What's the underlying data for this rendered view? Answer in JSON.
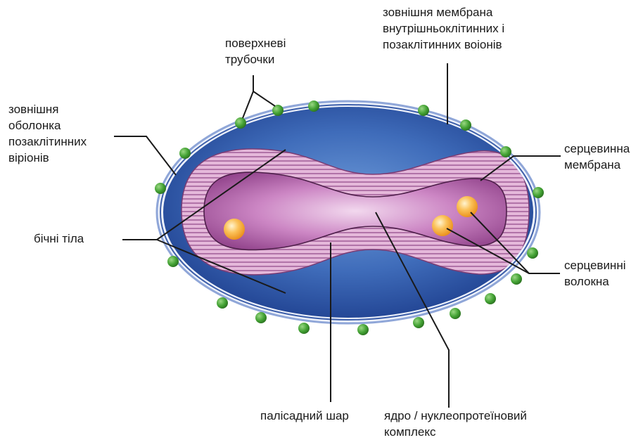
{
  "labels": {
    "outer_membrane": [
      "зовнішня мембрана",
      "внутрішньоклітинних і",
      "позаклітинних воіонів"
    ],
    "surface_tubules": [
      "поверхневі",
      "трубочки"
    ],
    "outer_envelope": [
      "зовнішня",
      "оболонка",
      "позаклітинних",
      "віріонів"
    ],
    "core_membrane": [
      "серцевинна",
      "мембрана"
    ],
    "lateral_bodies": [
      "бічні тіла"
    ],
    "core_fibers": [
      "серцевинні",
      "волокна"
    ],
    "palisade_layer": [
      "палісадний шар"
    ],
    "nucleus": [
      "ядро / нуклеопротеїновий",
      "комплекс"
    ]
  },
  "colors": {
    "envelope_stroke": "#8fa6d8",
    "envelope_fill": "#eef2fb",
    "body_dark": "#1e3f8e",
    "body_light": "#5a8ad0",
    "palisade": "#e1b1d6",
    "palisade_stripe": "#b07aa8",
    "core": "#a44f9c",
    "knob": "#3e9c2f",
    "lateral_body": "#f7a531",
    "leader": "#1a1a1a"
  }
}
